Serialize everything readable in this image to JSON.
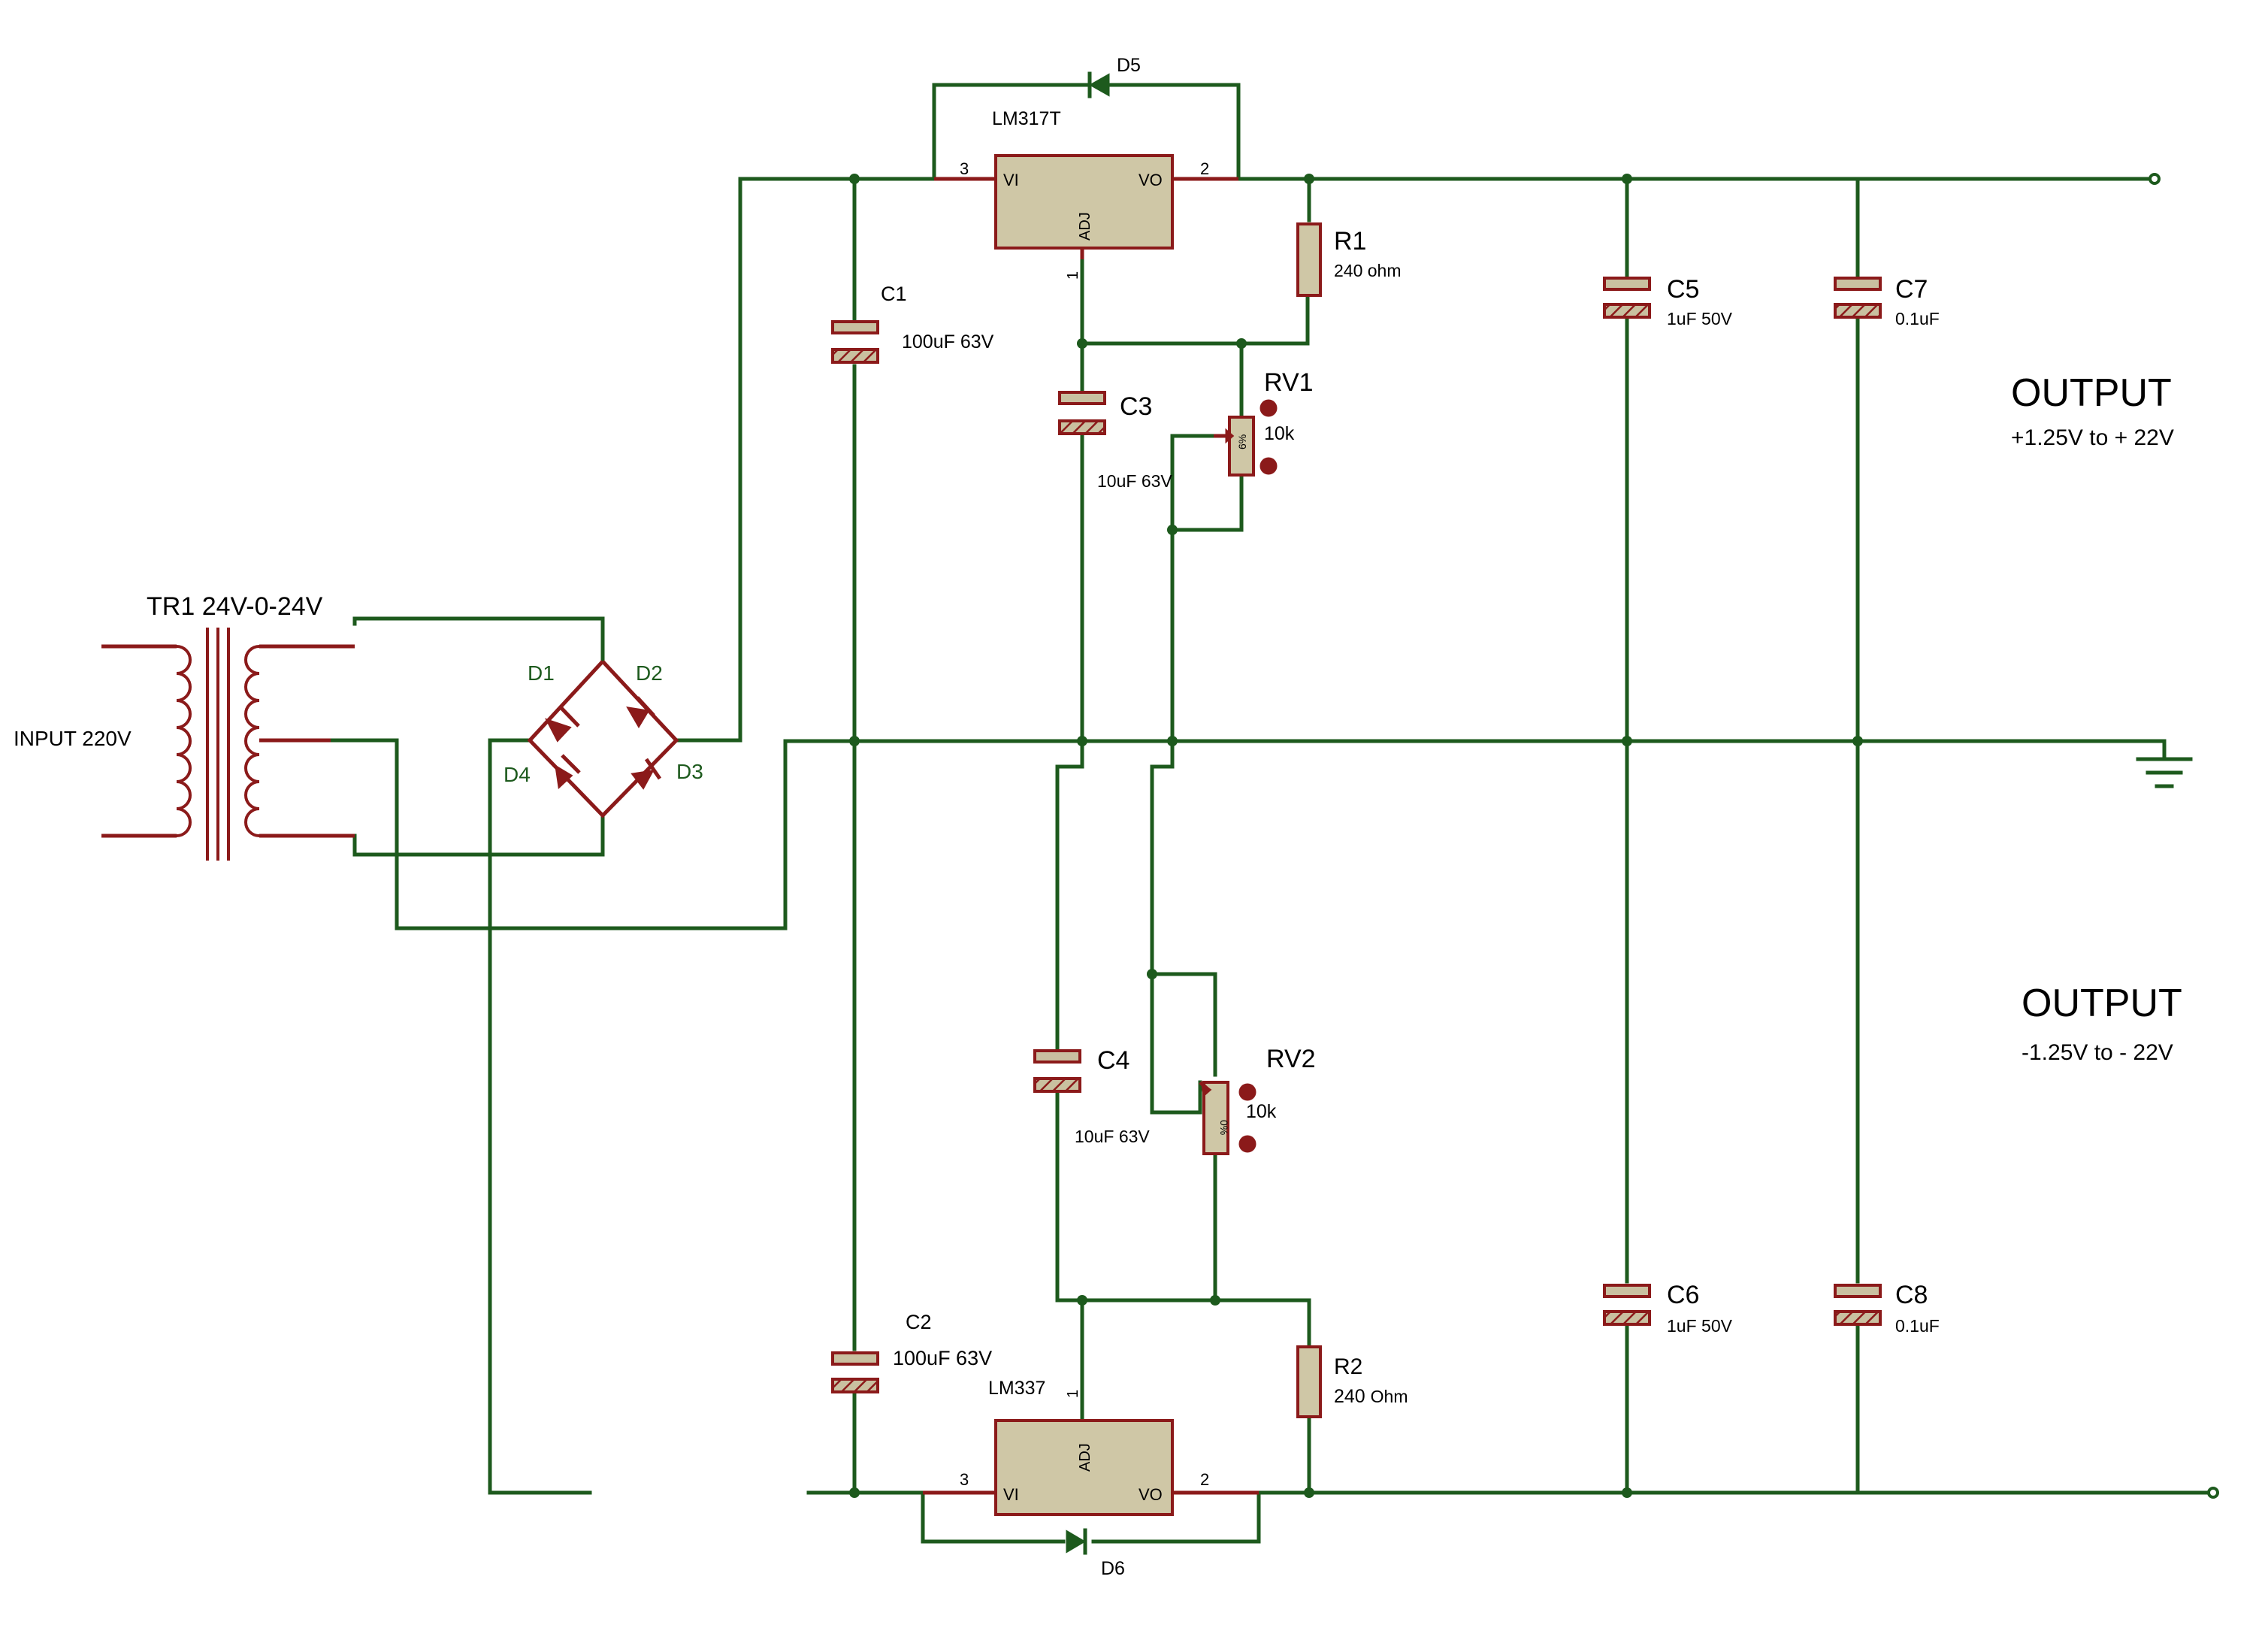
{
  "transformer": {
    "ref": "TR1",
    "value": "24V-0-24V",
    "input_label": "INPUT 220V"
  },
  "bridge": {
    "d1": "D1",
    "d2": "D2",
    "d3": "D3",
    "d4": "D4"
  },
  "u1": {
    "part": "LM317T",
    "pin_vi": "VI",
    "pin_vo": "VO",
    "pin_adj": "ADJ",
    "pin3": "3",
    "pin2": "2",
    "pin1": "1"
  },
  "u2": {
    "part": "LM337",
    "pin_vi": "VI",
    "pin_vo": "VO",
    "pin_adj": "ADJ",
    "pin3": "3",
    "pin2": "2",
    "pin1": "1"
  },
  "d5": {
    "ref": "D5"
  },
  "d6": {
    "ref": "D6"
  },
  "c1": {
    "ref": "C1",
    "value": "100uF 63V"
  },
  "c2": {
    "ref": "C2",
    "value": "100uF  63V"
  },
  "c3": {
    "ref": "C3",
    "value": "10uF 63V"
  },
  "c4": {
    "ref": "C4",
    "value": "10uF 63V"
  },
  "c5": {
    "ref": "C5",
    "value": "1uF 50V"
  },
  "c6": {
    "ref": "C6",
    "value": "1uF 50V"
  },
  "c7": {
    "ref": "C7",
    "value": "0.1uF"
  },
  "c8": {
    "ref": "C8",
    "value": "0.1uF"
  },
  "r1": {
    "ref": "R1",
    "value": "240  ohm"
  },
  "r2": {
    "ref": "R2",
    "value": "240",
    "unit": "Ohm"
  },
  "rv1": {
    "ref": "RV1",
    "value": "10k",
    "wiper": "6%"
  },
  "rv2": {
    "ref": "RV2",
    "value": "10k",
    "wiper": "0%"
  },
  "output_pos": {
    "title": "OUTPUT",
    "range": "+1.25V to + 22V"
  },
  "output_neg": {
    "title": "OUTPUT",
    "range": "-1.25V to - 22V"
  },
  "colors": {
    "wire": "#1d5a1d",
    "component": "#8b1a1a",
    "body": "#cfc7a6"
  }
}
